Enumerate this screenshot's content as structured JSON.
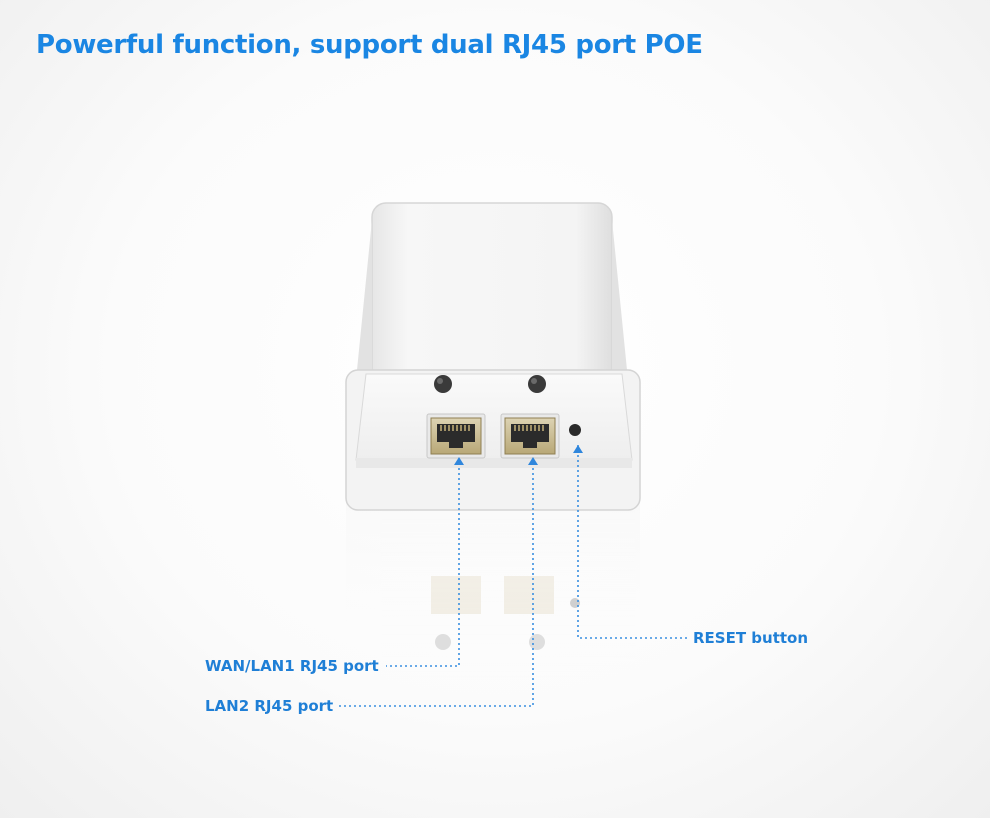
{
  "headline": "Powerful function, support dual RJ45 port POE",
  "callouts": {
    "reset": "RESET button",
    "wan_lan1": "WAN/LAN1 RJ45 port",
    "lan2": "LAN2 RJ45 port"
  },
  "colors": {
    "accent": "#1a86e3",
    "callout_line": "#3a8fe0",
    "device_body": "#f1f1f1",
    "port_metal": "#c9b98a"
  }
}
